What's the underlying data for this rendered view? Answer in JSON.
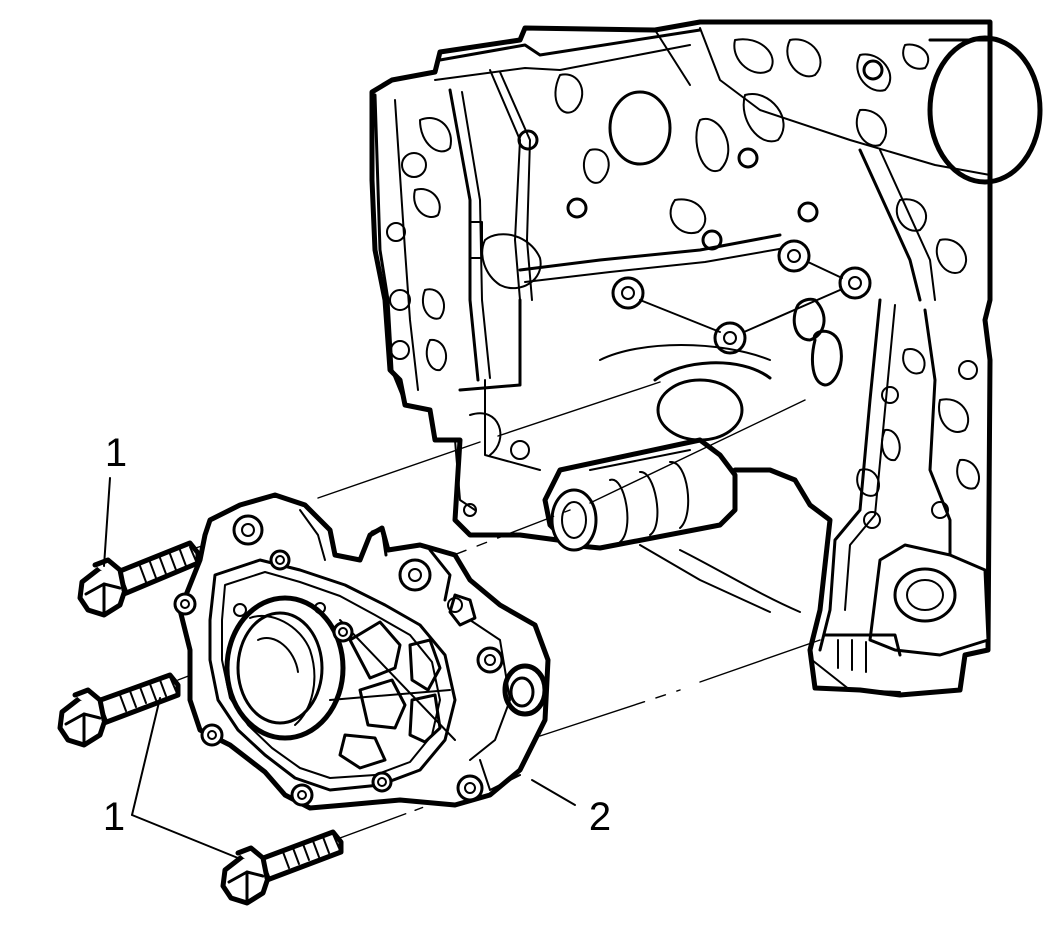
{
  "callouts": {
    "upper_bolt": "1",
    "lower_bolts": "1",
    "oil_pump": "2"
  },
  "colors": {
    "line": "#000000",
    "background": "#ffffff"
  }
}
